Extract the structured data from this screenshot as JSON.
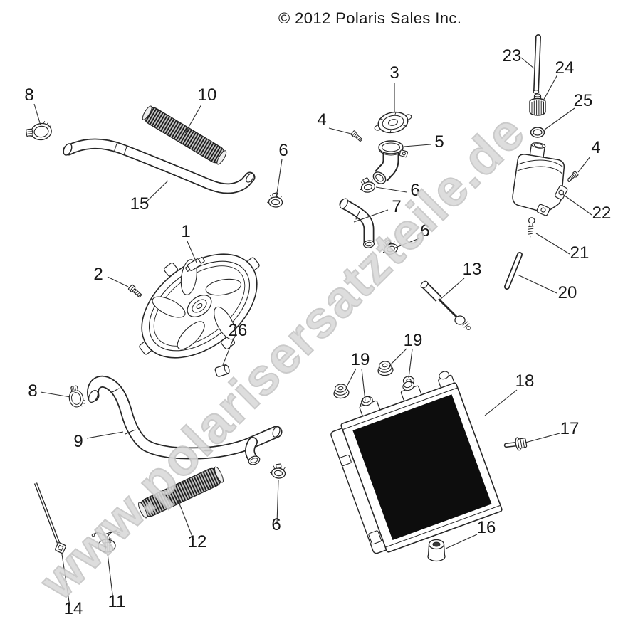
{
  "page": {
    "copyright": "© 2012  Polaris Sales Inc."
  },
  "watermark": {
    "text": "www.polarisersatzteile.de",
    "color": "#d9d9d9"
  },
  "colors": {
    "line": "#262626",
    "radiator_core": "#0d0d0d",
    "paper": "#ffffff"
  },
  "callouts": [
    "1",
    "2",
    "3",
    "4",
    "5",
    "6",
    "7",
    "8",
    "9",
    "10",
    "11",
    "12",
    "13",
    "14",
    "15",
    "16",
    "17",
    "18",
    "19",
    "20",
    "21",
    "22",
    "23",
    "24",
    "25",
    "26"
  ]
}
